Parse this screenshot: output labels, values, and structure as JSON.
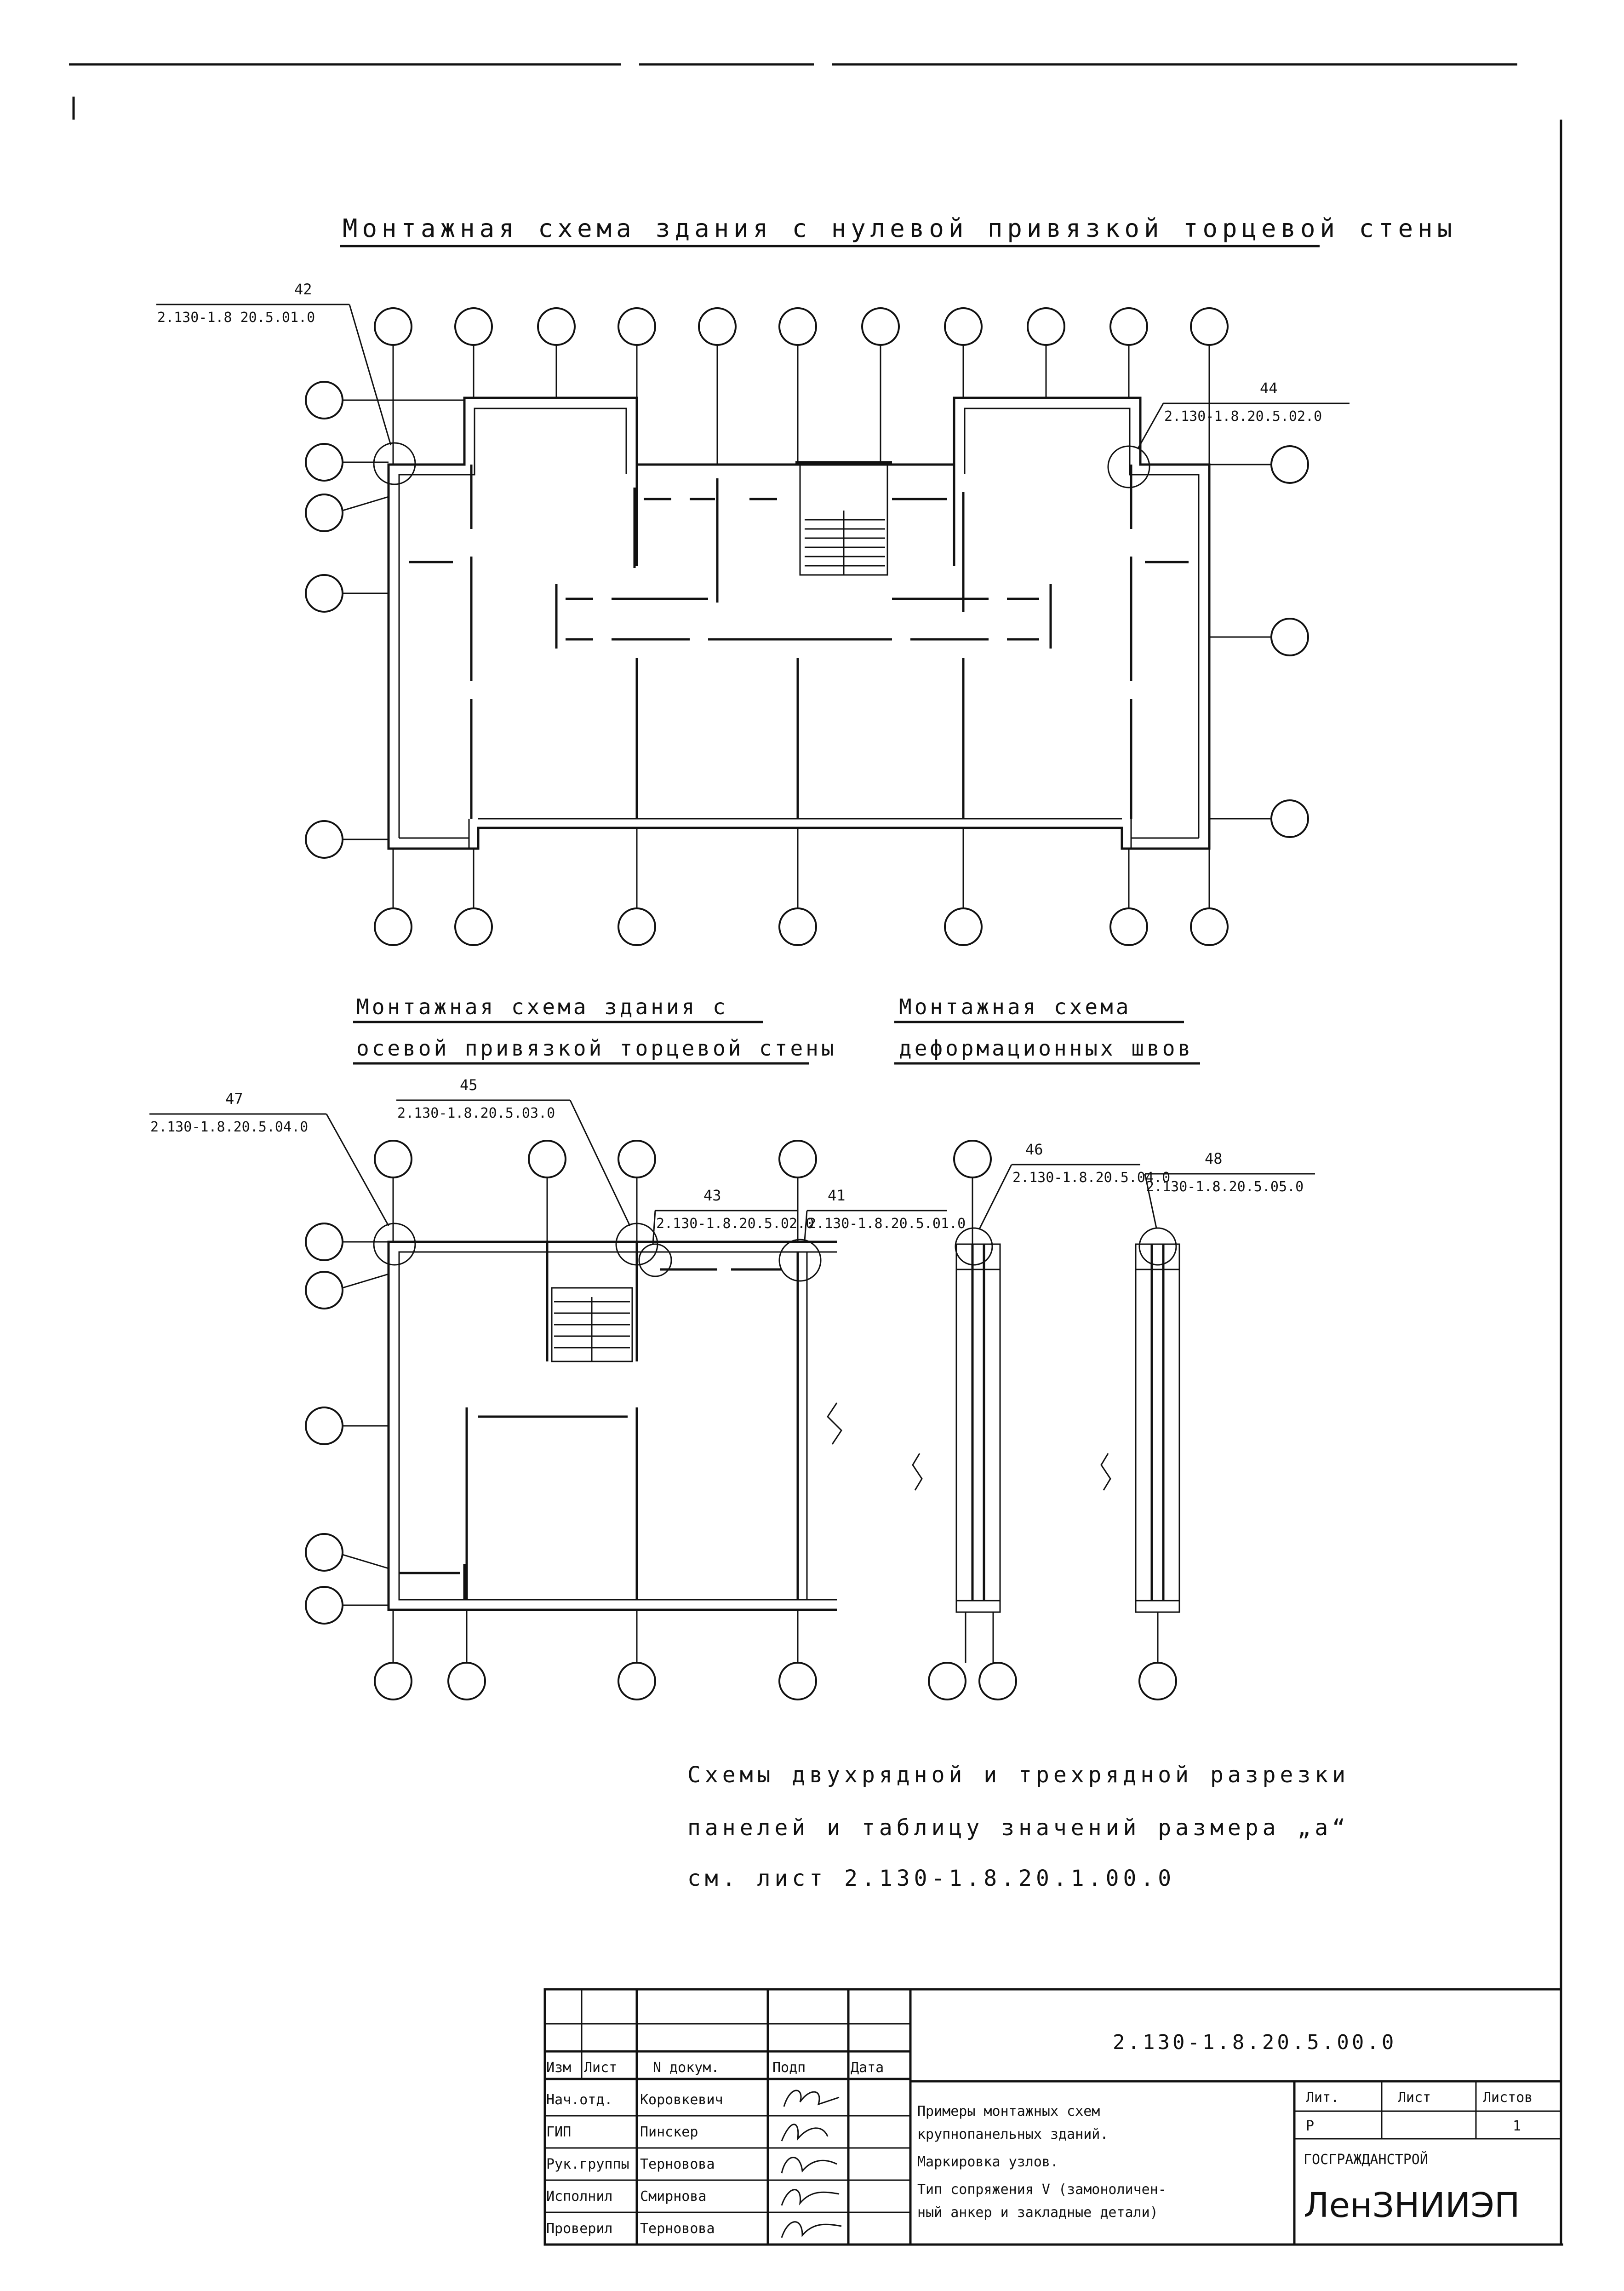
{
  "scheme1": {
    "title": "Монтажная схема здания с нулевой привязкой торцевой стены",
    "callouts": [
      {
        "num": "42",
        "code": "2.130-1.8 20.5.01.0"
      },
      {
        "num": "44",
        "code": "2.130-1.8.20.5.02.0"
      }
    ]
  },
  "scheme2": {
    "title_line1": "Монтажная схема здания с",
    "title_line2": "осевой привязкой торцевой стены",
    "callouts": [
      {
        "num": "47",
        "code": "2.130-1.8.20.5.04.0"
      },
      {
        "num": "45",
        "code": "2.130-1.8.20.5.03.0"
      },
      {
        "num": "43",
        "code": "2.130-1.8.20.5.02.0"
      },
      {
        "num": "41",
        "code": "2.130-1.8.20.5.01.0"
      }
    ]
  },
  "scheme3": {
    "title_line1": "Монтажная схема",
    "title_line2": "деформационных швов",
    "callouts": [
      {
        "num": "46",
        "code": "2.130-1.8.20.5.04.0"
      },
      {
        "num": "48",
        "code": "2.130-1.8.20.5.05.0"
      }
    ]
  },
  "note": {
    "line1": "Схемы двухрядной и трехрядной разрезки",
    "line2": "панелей и таблицу значений размера „а“",
    "line3": "см. лист    2.130-1.8.20.1.00.0"
  },
  "titleblock": {
    "doc_code": "2.130-1.8.20.5.00.0",
    "headers": {
      "izm": "Изм",
      "list": "Лист",
      "ndoc": "N докум.",
      "podp": "Подп",
      "date": "Дата"
    },
    "rows": [
      {
        "role": "Нач.отд.",
        "name": "Коровкевич"
      },
      {
        "role": "ГИП",
        "name": "Пинскер"
      },
      {
        "role": "Рук.группы",
        "name": "Терновова"
      },
      {
        "role": "Исполнил",
        "name": "Смирнова"
      },
      {
        "role": "Проверил",
        "name": "Терновова"
      }
    ],
    "description": [
      "Примеры монтажных схем",
      "крупнопанельных зданий.",
      "Маркировка узлов.",
      "Тип сопряжения V (замоноличен-",
      "ный анкер и закладные детали)"
    ],
    "lit_label": "Лит.",
    "list_label": "Лист",
    "listov_label": "Листов",
    "lit_value": "Р",
    "listov_value": "1",
    "org_line1": "ГОСГРАЖДАНСТРОЙ",
    "org_line2": "ЛенЗНИИЭП"
  }
}
